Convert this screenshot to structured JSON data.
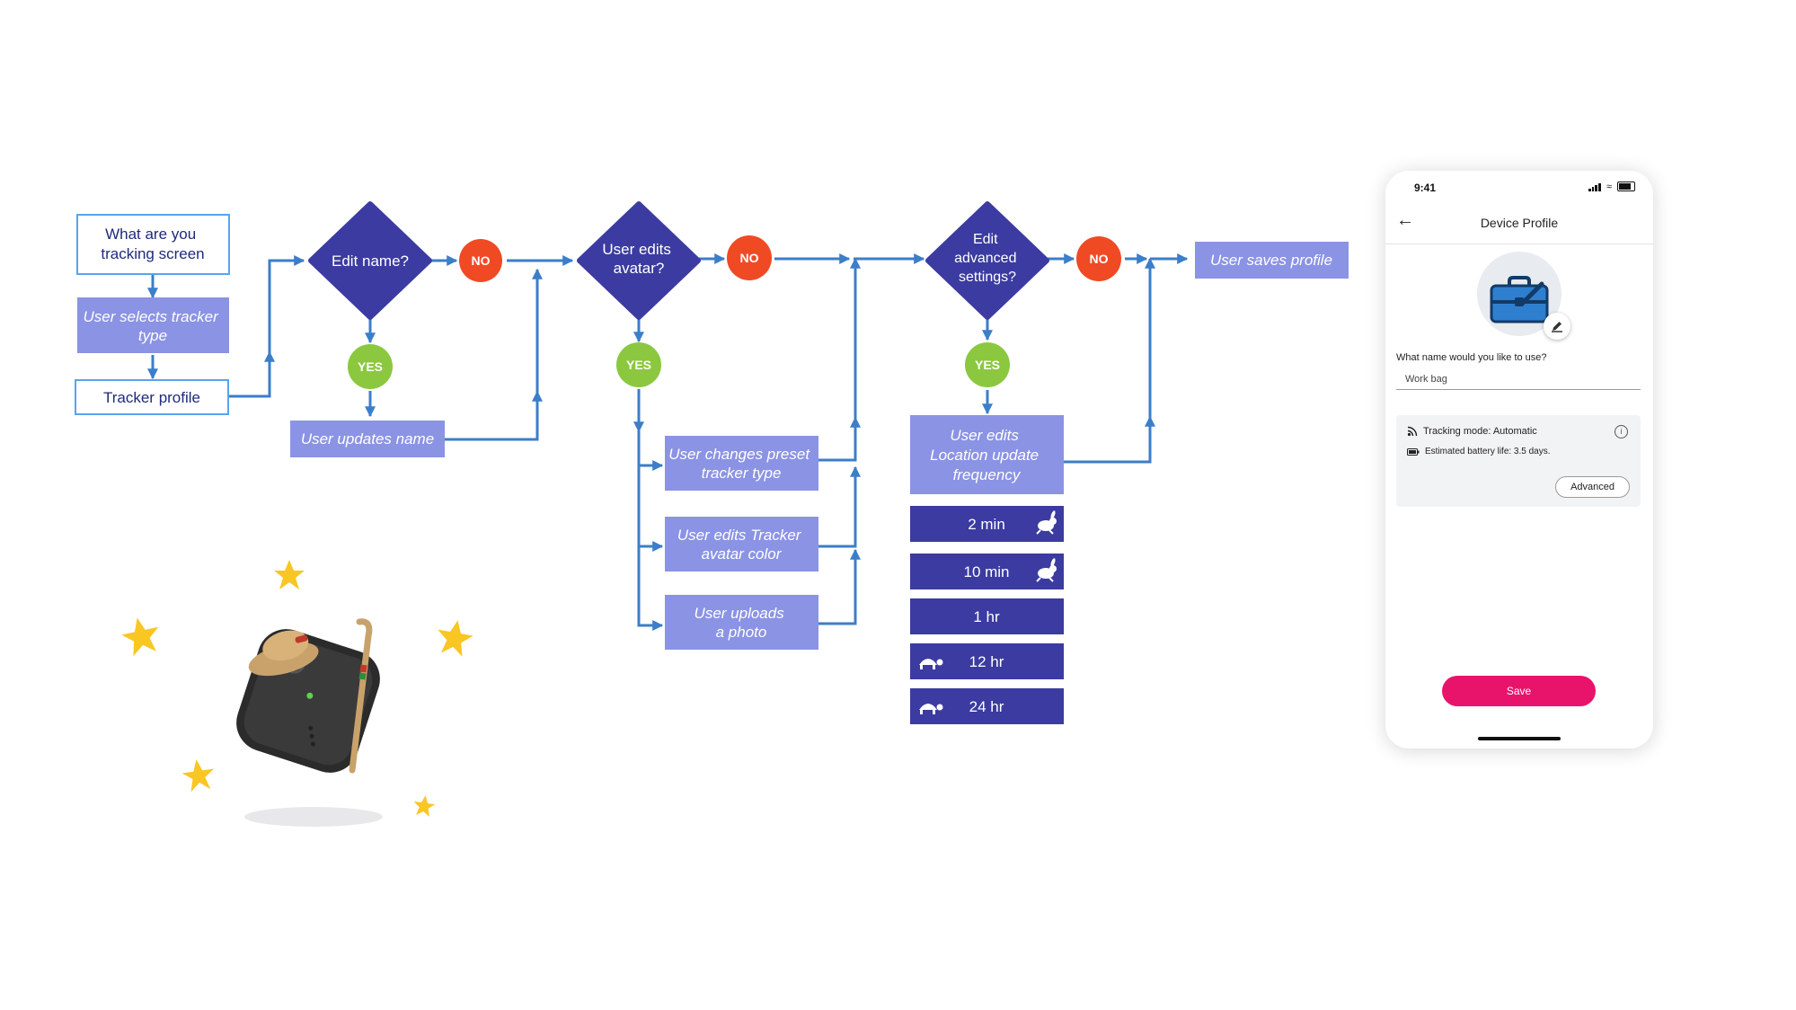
{
  "flow": {
    "start": "What are you tracking screen",
    "select_type": "User selects tracker type",
    "tracker_profile": "Tracker profile",
    "q_name": "Edit name?",
    "q_avatar": "User edits avatar?",
    "q_advanced": "Edit advanced settings?",
    "no": "NO",
    "yes": "YES",
    "update_name": "User updates name",
    "change_preset": "User changes preset tracker type",
    "edit_color": "User edits Tracker avatar color",
    "upload_photo": "User uploads a photo",
    "edit_frequency": "User edits Location update frequency",
    "saves_profile": "User saves profile",
    "frequencies": [
      "2 min",
      "10 min",
      "1 hr",
      "12 hr",
      "24 hr"
    ],
    "frequency_icons": [
      "rabbit-icon",
      "rabbit-icon",
      "",
      "turtle-icon",
      "turtle-icon"
    ]
  },
  "phone": {
    "time": "9:41",
    "title": "Device Profile",
    "question": "What name would you like to use?",
    "name_value": "Work bag",
    "tracking_mode": "Tracking mode: Automatic",
    "battery": "Estimated battery life: 3.5 days.",
    "advanced_label": "Advanced",
    "save_label": "Save"
  },
  "colors": {
    "arrow": "#3b7ec9",
    "diamond": "#3b3ba1",
    "light_box": "#8b93e4",
    "outline_box": "#5aa3ef",
    "no": "#f04a24",
    "yes": "#8bc83f",
    "save": "#e8146c"
  }
}
